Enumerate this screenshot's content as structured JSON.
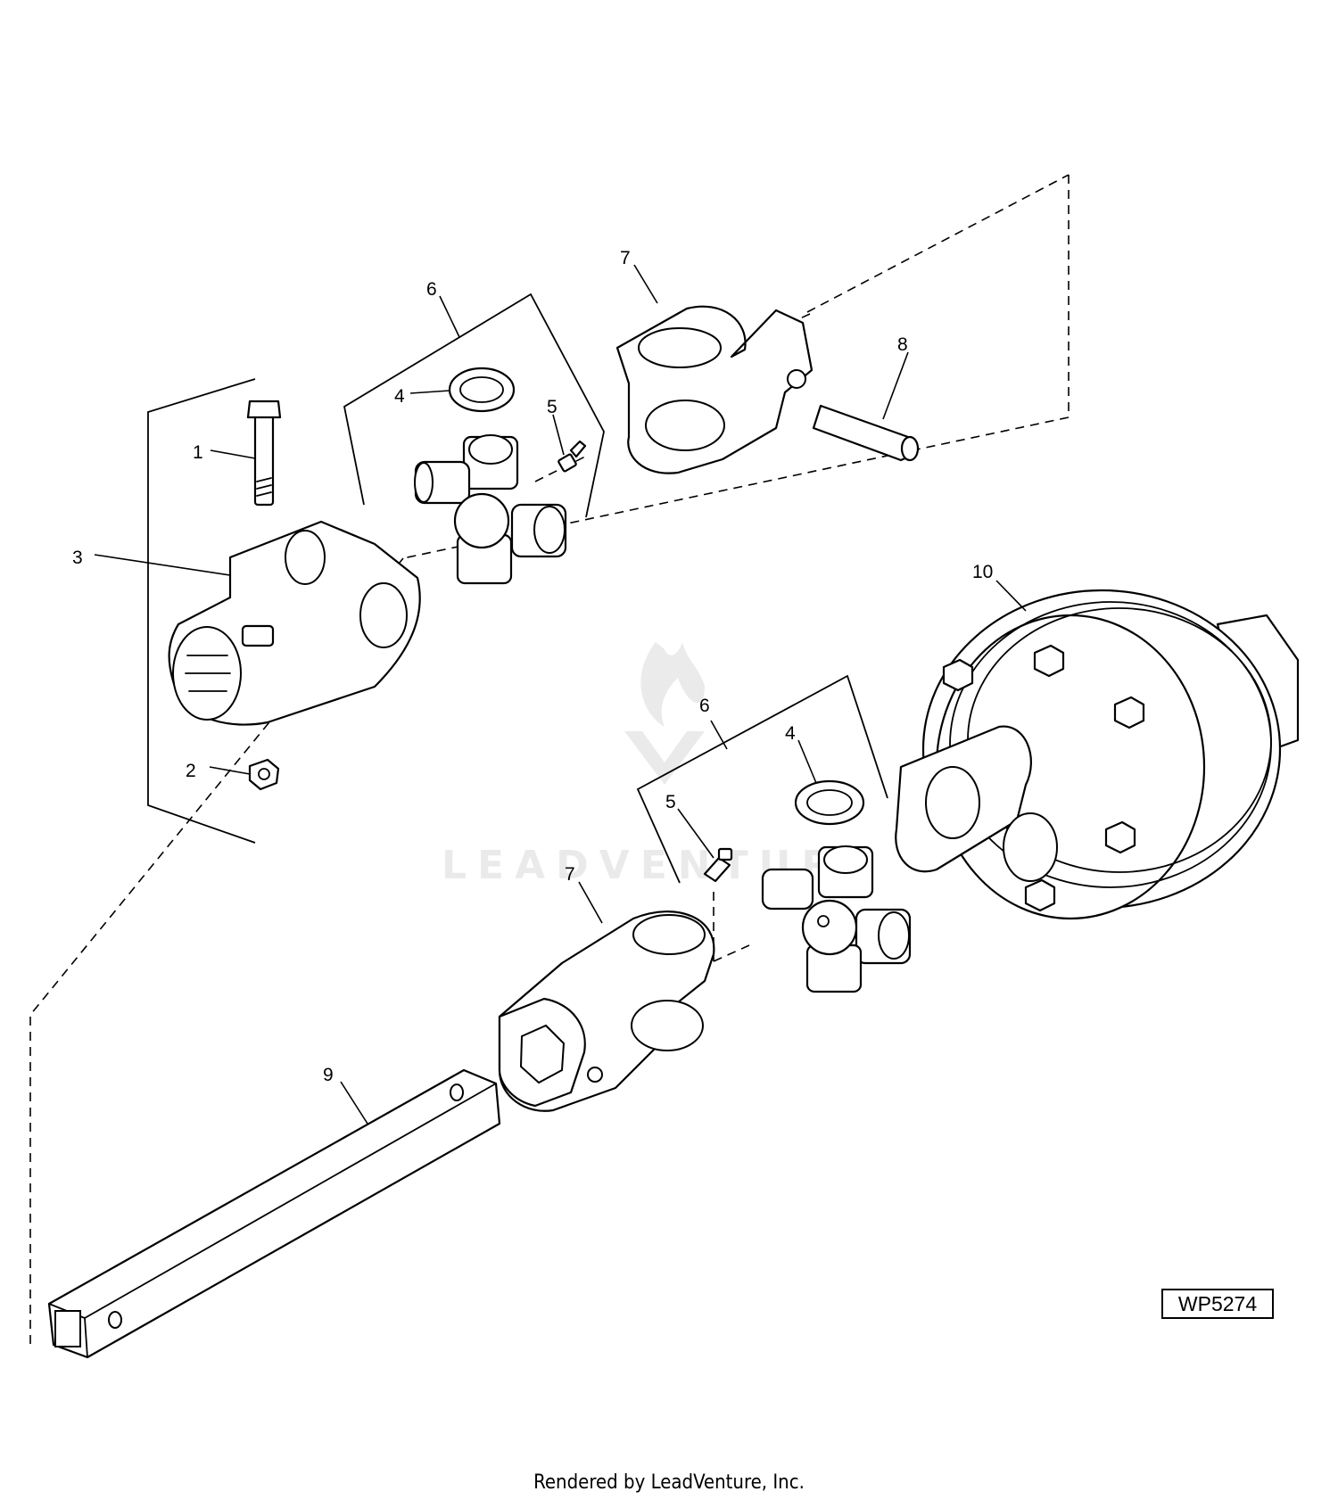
{
  "diagram": {
    "figure_id": "WP5274",
    "watermark": "LEADVENTURE",
    "credit": "Rendered by LeadVenture, Inc.",
    "callouts": [
      {
        "id": "c1",
        "label": "1"
      },
      {
        "id": "c2",
        "label": "2"
      },
      {
        "id": "c3",
        "label": "3"
      },
      {
        "id": "c4a",
        "label": "4"
      },
      {
        "id": "c5a",
        "label": "5"
      },
      {
        "id": "c6a",
        "label": "6"
      },
      {
        "id": "c7a",
        "label": "7"
      },
      {
        "id": "c8",
        "label": "8"
      },
      {
        "id": "c10",
        "label": "10"
      },
      {
        "id": "c6b",
        "label": "6"
      },
      {
        "id": "c4b",
        "label": "4"
      },
      {
        "id": "c5b",
        "label": "5"
      },
      {
        "id": "c7b",
        "label": "7"
      },
      {
        "id": "c9",
        "label": "9"
      }
    ]
  }
}
